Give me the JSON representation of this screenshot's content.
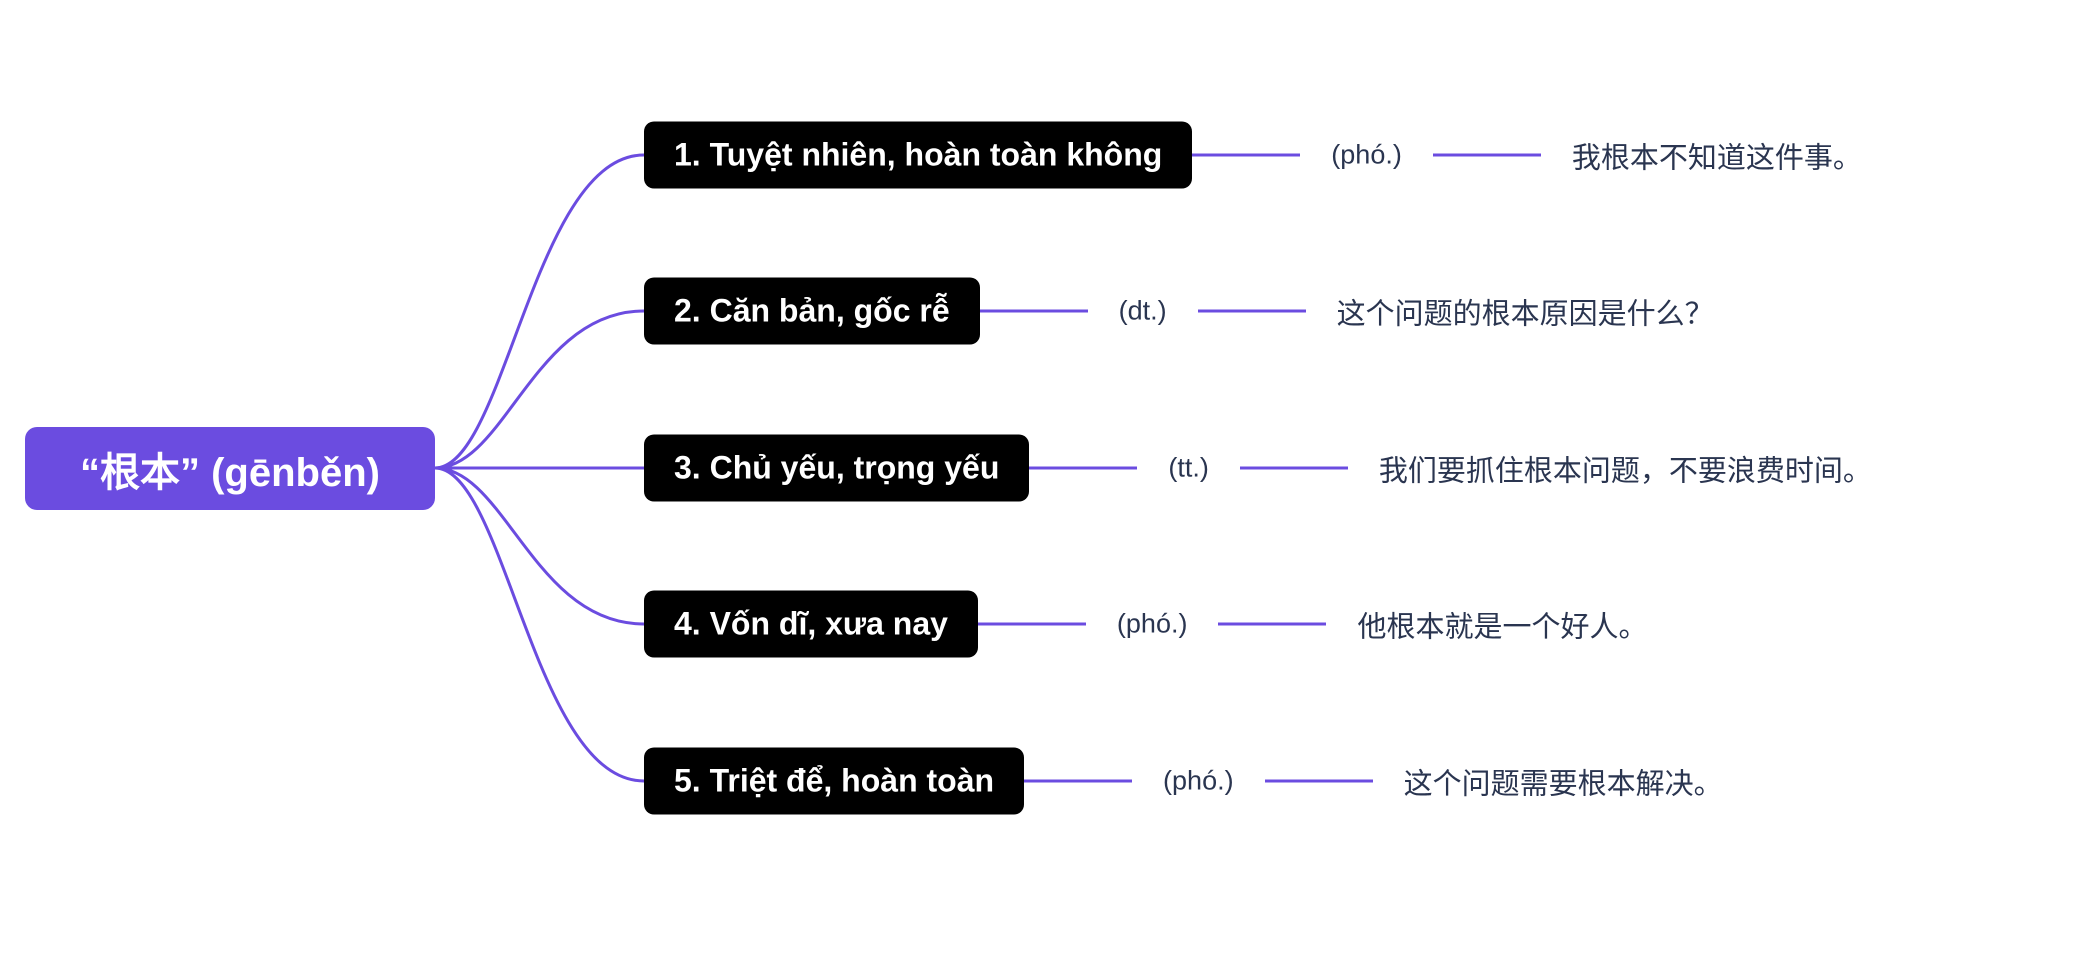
{
  "root": {
    "label": "“根本” (gēnběn)"
  },
  "colors": {
    "accent": "#6b4ce0",
    "box": "#000000",
    "text": "#2a3550"
  },
  "branches": [
    {
      "meaning": "1. Tuyệt nhiên, hoàn toàn không",
      "pos": "(phó.)",
      "example": "我根本不知道这件事。"
    },
    {
      "meaning": "2. Căn bản, gốc rễ",
      "pos": "(dt.)",
      "example": "这个问题的根本原因是什么？"
    },
    {
      "meaning": "3. Chủ yếu, trọng yếu",
      "pos": "(tt.)",
      "example": "我们要抓住根本问题，不要浪费时间。"
    },
    {
      "meaning": "4. Vốn dĩ, xưa nay",
      "pos": "(phó.)",
      "example": "他根本就是一个好人。"
    },
    {
      "meaning": "5. Triệt để, hoàn toàn",
      "pos": "(phó.)",
      "example": "这个问题需要根本解决。"
    }
  ]
}
